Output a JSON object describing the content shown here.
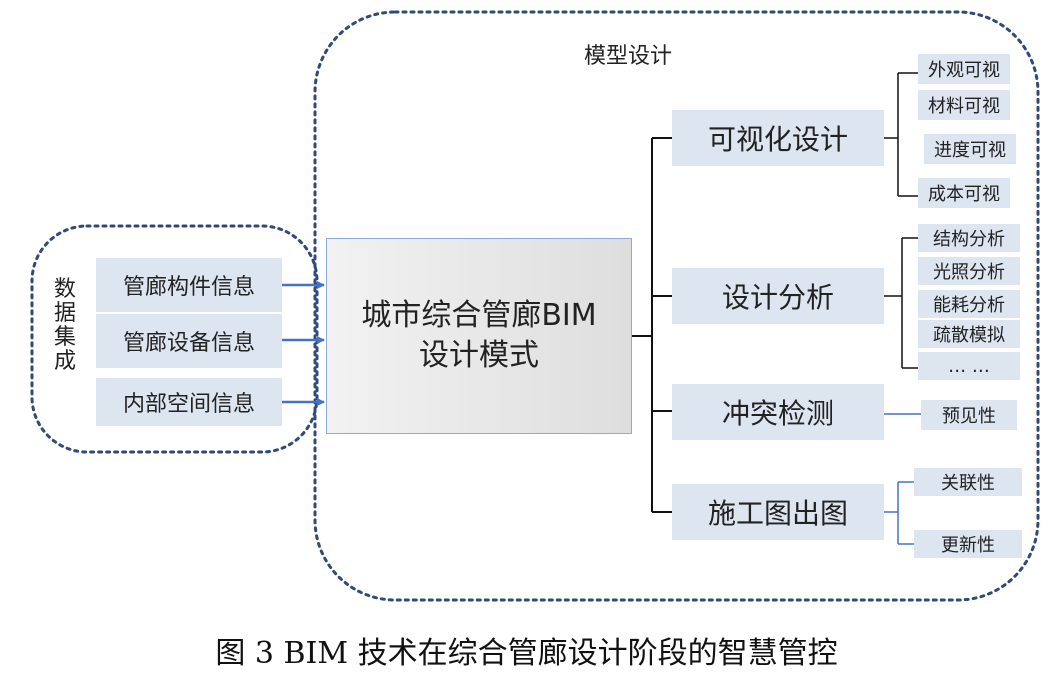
{
  "model_group": {
    "label": "模型设计"
  },
  "data_group": {
    "label_chars": [
      "数",
      "据",
      "集",
      "成"
    ]
  },
  "inputs": [
    {
      "label": "管廊构件信息"
    },
    {
      "label": "管廊设备信息"
    },
    {
      "label": "内部空间信息"
    }
  ],
  "center": {
    "line1": "城市综合管廊BIM",
    "line2": "设计模式"
  },
  "stages": [
    {
      "label": "可视化设计",
      "items": [
        "外观可视",
        "材料可视",
        "进度可视",
        "成本可视"
      ]
    },
    {
      "label": "设计分析",
      "items": [
        "结构分析",
        "光照分析",
        "能耗分析",
        "疏散模拟",
        "… …"
      ]
    },
    {
      "label": "冲突检测",
      "items": [
        "预见性"
      ]
    },
    {
      "label": "施工图出图",
      "items": [
        "关联性",
        "更新性"
      ]
    }
  ],
  "caption": "图 3 BIM 技术在综合管廊设计阶段的智慧管控",
  "colors": {
    "box_fill": "#dde5f1",
    "arrow": "#4472c4",
    "dotted_border": "#2f4a7a",
    "line": "#111111"
  }
}
